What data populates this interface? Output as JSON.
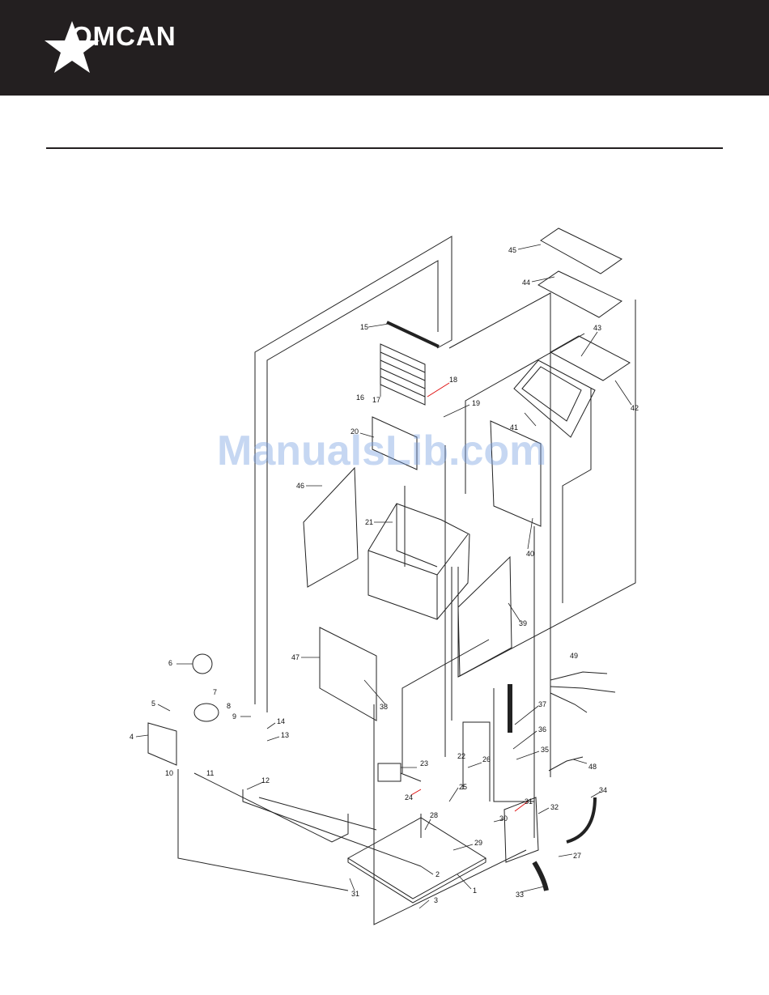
{
  "header": {
    "brand_name": "OMCAN",
    "bar_color": "#231f20"
  },
  "diagram": {
    "part_labels": [
      "1",
      "2",
      "3",
      "4",
      "5",
      "6",
      "7",
      "8",
      "9",
      "10",
      "11",
      "12",
      "13",
      "14",
      "15",
      "16",
      "17",
      "18",
      "19",
      "20",
      "21",
      "22",
      "23",
      "24",
      "25",
      "26",
      "27",
      "28",
      "29",
      "30",
      "31",
      "31",
      "32",
      "33",
      "34",
      "35",
      "36",
      "37",
      "38",
      "39",
      "40",
      "41",
      "42",
      "43",
      "44",
      "45",
      "46",
      "47",
      "48",
      "49"
    ]
  },
  "watermark": {
    "text": "ManualsLib.com",
    "color": "#78a0e1"
  }
}
